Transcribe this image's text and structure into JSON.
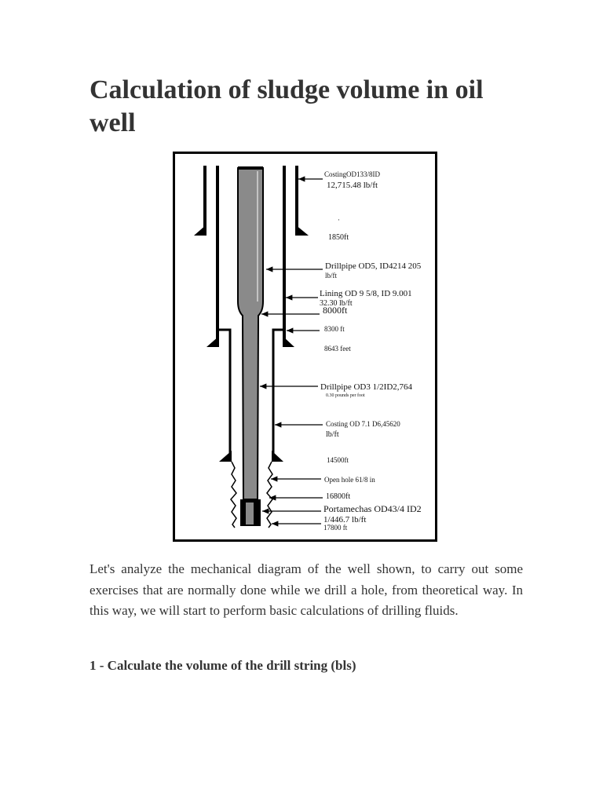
{
  "title": "Calculation of sludge volume in oil well",
  "diagram": {
    "labels": {
      "casing1": "CostingOD133/8ID",
      "casing1_weight": "12,715.48 lb/ft",
      "dot": "·",
      "depth_1850": "1850ft",
      "drillpipe1": "Drillpipe OD5, ID4214 205",
      "drillpipe1_unit": "lb/ft",
      "lining": "Lining OD 9 5/8, ID 9.001",
      "lining_weight": "32.30 lb/ft",
      "depth_8000": "8000ft",
      "depth_8300": "8300 ft",
      "depth_8643": "8643 feet",
      "drillpipe2": "Drillpipe OD3 1/2ID2,764",
      "drillpipe2_weight": "0.30 pounds per foot",
      "casing2": "Costing OD 7.1 D6,45620",
      "casing2_unit": "lb/ft",
      "depth_14500": "14500ft",
      "open_hole": "Open hole 61/8 in",
      "depth_16800": "16800ft",
      "portamechas": "Portamechas OD43/4 ID2",
      "portamechas_weight": "1/446.7 lb/ft",
      "depth_17800": "17800 ft"
    }
  },
  "paragraph": "Let's analyze the mechanical diagram of the well shown, to carry out some exercises that are normally done while we drill a hole, from theoretical way. In this way, we will start to perform basic calculations of drilling fluids.",
  "question_heading": "1 - Calculate the volume of the drill string (bls)",
  "colors": {
    "text": "#333333",
    "pipe_fill": "#8a8a8a",
    "line": "#000000"
  }
}
